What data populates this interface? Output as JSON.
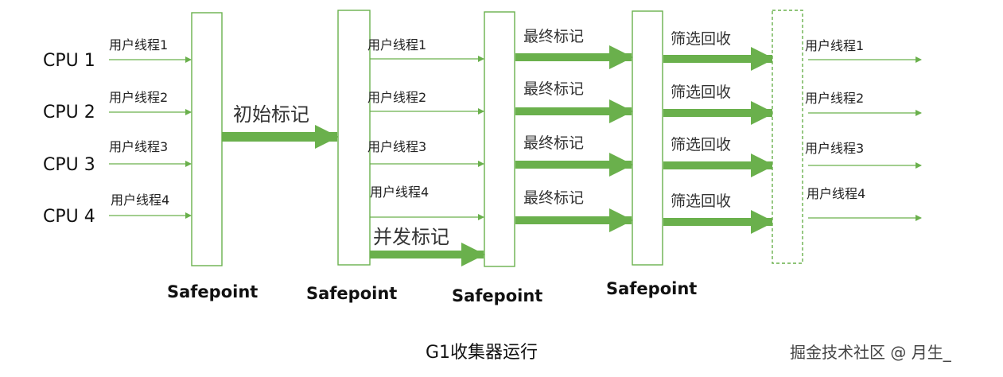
{
  "cpus": [
    "CPU 1",
    "CPU 2",
    "CPU 3",
    "CPU 4"
  ],
  "thread_labels": [
    "用户线程1",
    "用户线程2",
    "用户线程3",
    "用户线程4"
  ],
  "phases": {
    "initial_mark": "初始标记",
    "concurrent_mark": "并发标记",
    "final_mark": "最终标记",
    "cleanup": "筛选回收"
  },
  "safepoint_label": "Safepoint",
  "caption": "G1收集器运行",
  "watermark": "掘金技术社区 @ 月生_",
  "colors": {
    "arrow": "#6ab04c",
    "box_border": "#6ab04c"
  }
}
